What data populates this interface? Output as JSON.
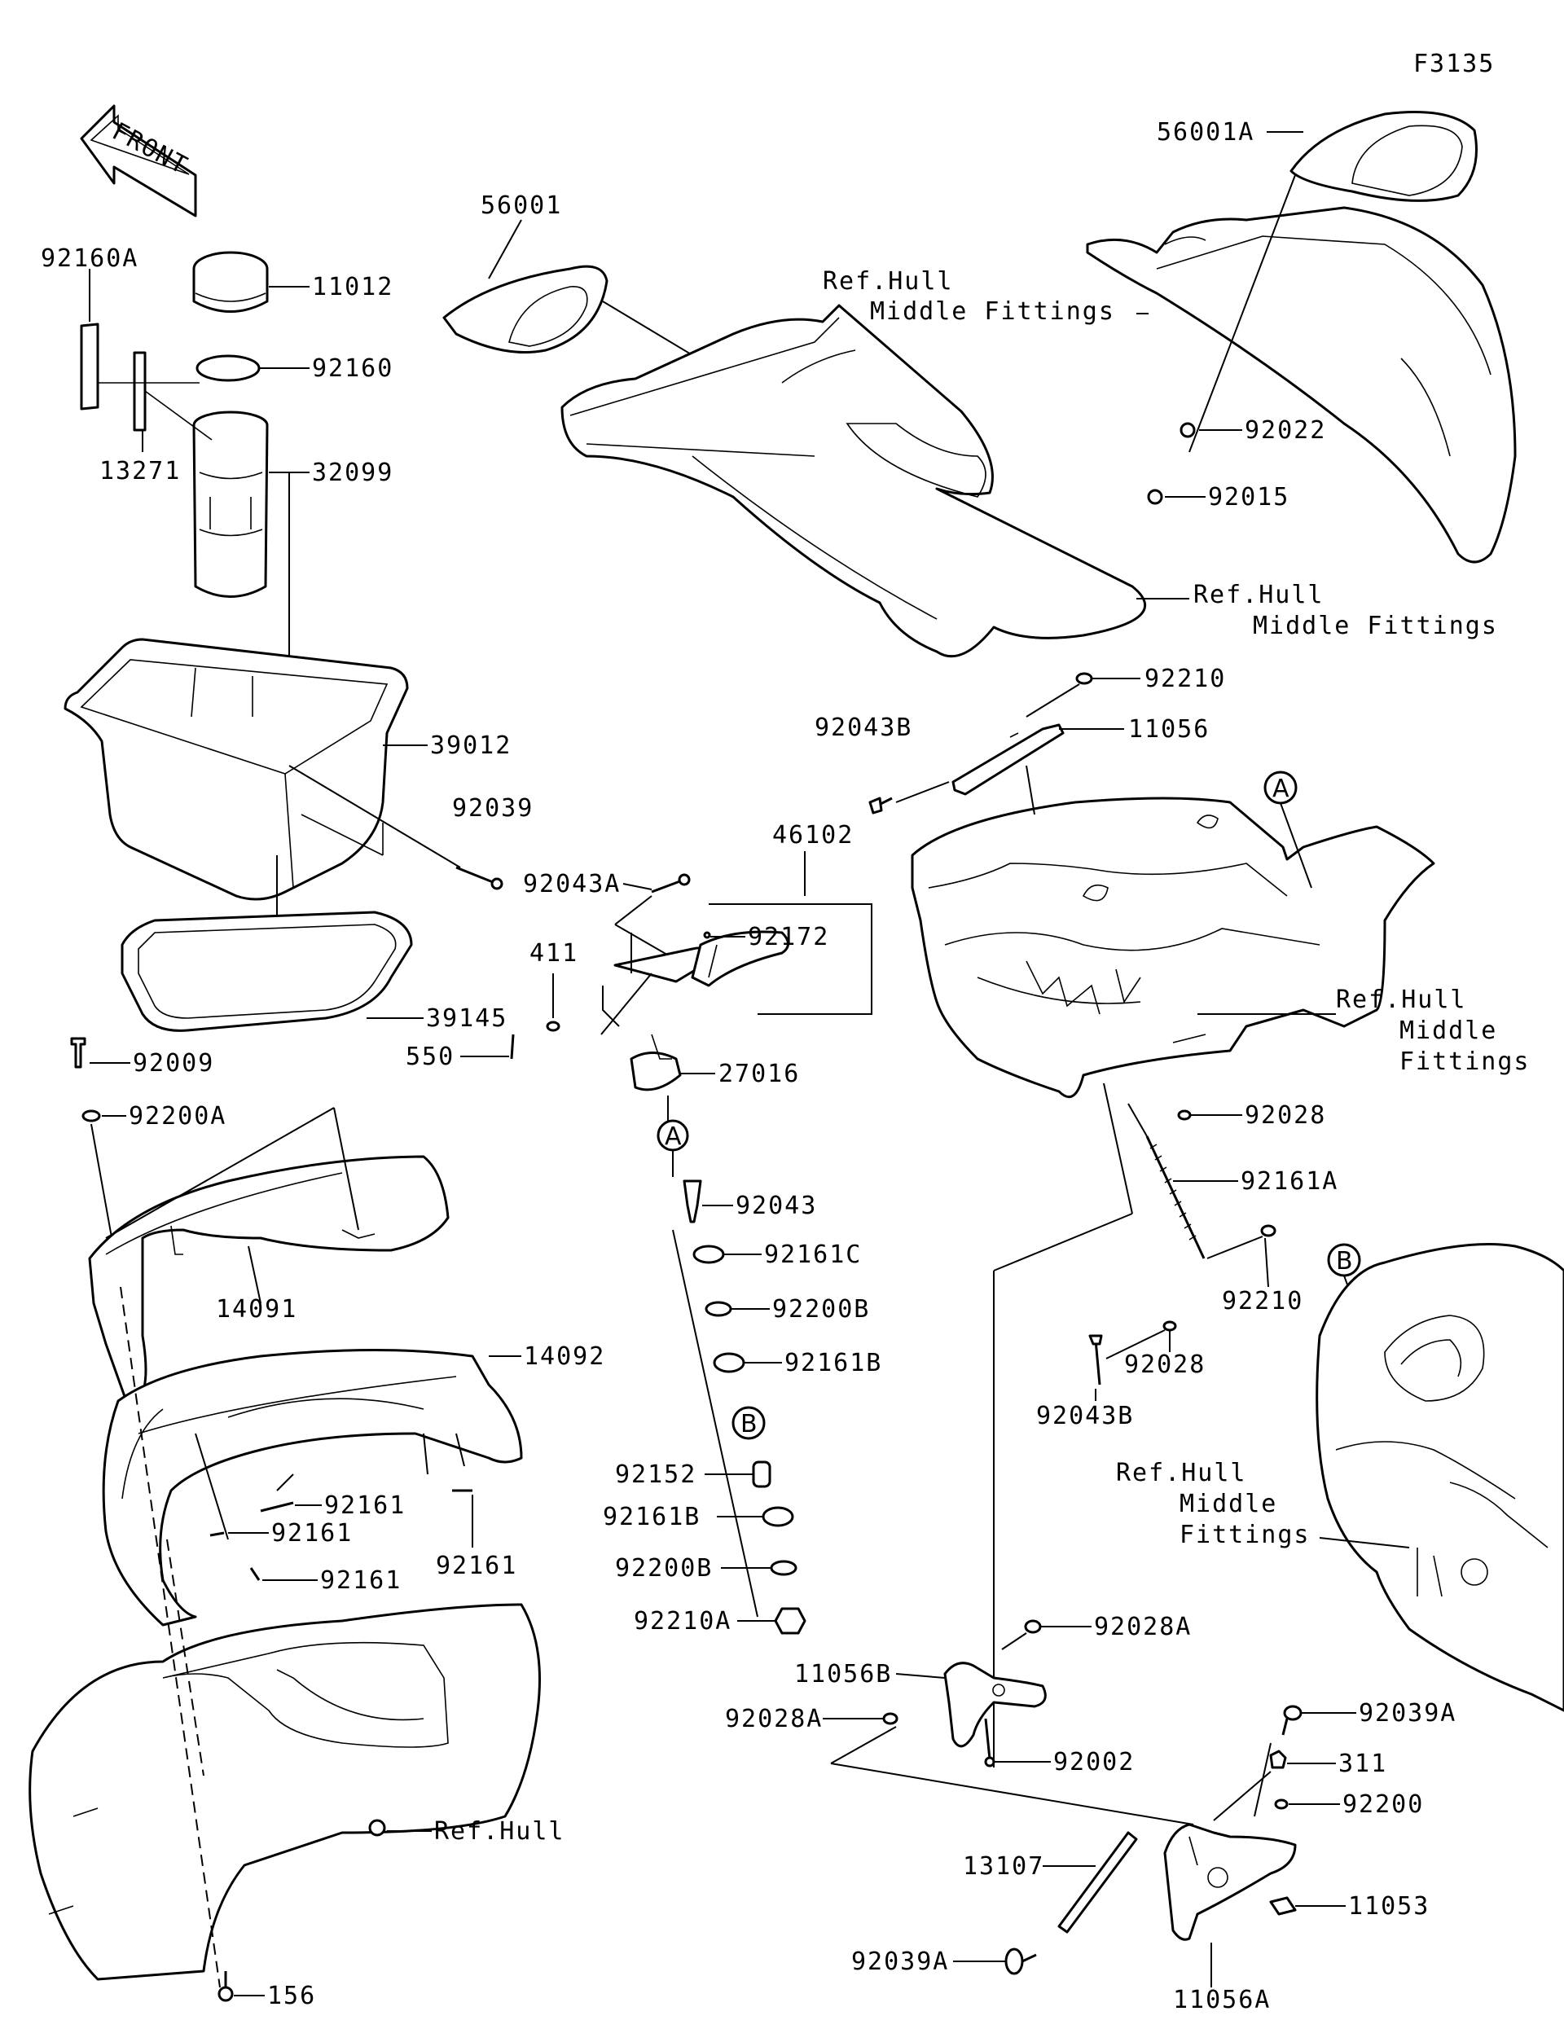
{
  "figure_code": "F3135",
  "front_label": "FRONT",
  "callouts": {
    "c56001A": "56001A",
    "c56001": "56001",
    "refhull_top_l1": "Ref.Hull",
    "refhull_top_l2": "Middle Fittings",
    "c92022": "92022",
    "c92015": "92015",
    "refhull_mid_l1": "Ref.Hull",
    "refhull_mid_l2": "Middle Fittings",
    "c92160A": "92160A",
    "c11012": "11012",
    "c92160": "92160",
    "c13271": "13271",
    "c32099": "32099",
    "c39012": "39012",
    "c92039": "92039",
    "c39145": "39145",
    "c92210_top": "92210",
    "c92043B_top": "92043B",
    "c11056": "11056",
    "c46102": "46102",
    "c92043A": "92043A",
    "c92172": "92172",
    "c411": "411",
    "c550": "550",
    "c27016": "27016",
    "refhull_right_l1": "Ref.Hull",
    "refhull_right_l2": "Middle",
    "refhull_right_l3": "Fittings",
    "c92009": "92009",
    "c92200A": "92200A",
    "c14091": "14091",
    "c92028_a": "92028",
    "c92161A": "92161A",
    "c92043": "92043",
    "c92161C": "92161C",
    "c92210_b": "92210",
    "c92028_b": "92028",
    "c92200B_a": "92200B",
    "c92161B_a": "92161B",
    "c92043B_b": "92043B",
    "c14092": "14092",
    "c92152": "92152",
    "c92161B_b": "92161B",
    "c92200B_b": "92200B",
    "c92210A": "92210A",
    "c92161_1": "92161",
    "c92161_2": "92161",
    "c92161_3": "92161",
    "c92161_4": "92161",
    "refhull_lower_l1": "Ref.Hull",
    "refhull_lower_l2": "Middle",
    "refhull_lower_l3": "Fittings",
    "c92028A_a": "92028A",
    "c11056B": "11056B",
    "c92028A_b": "92028A",
    "c92002": "92002",
    "c92039A_a": "92039A",
    "c311": "311",
    "c92200": "92200",
    "refhull_bottom": "Ref.Hull",
    "c13107": "13107",
    "c11053": "11053",
    "c92039A_b": "92039A",
    "c11056A": "11056A",
    "c156": "156"
  },
  "ref_markers": {
    "A": "A",
    "B": "B"
  }
}
